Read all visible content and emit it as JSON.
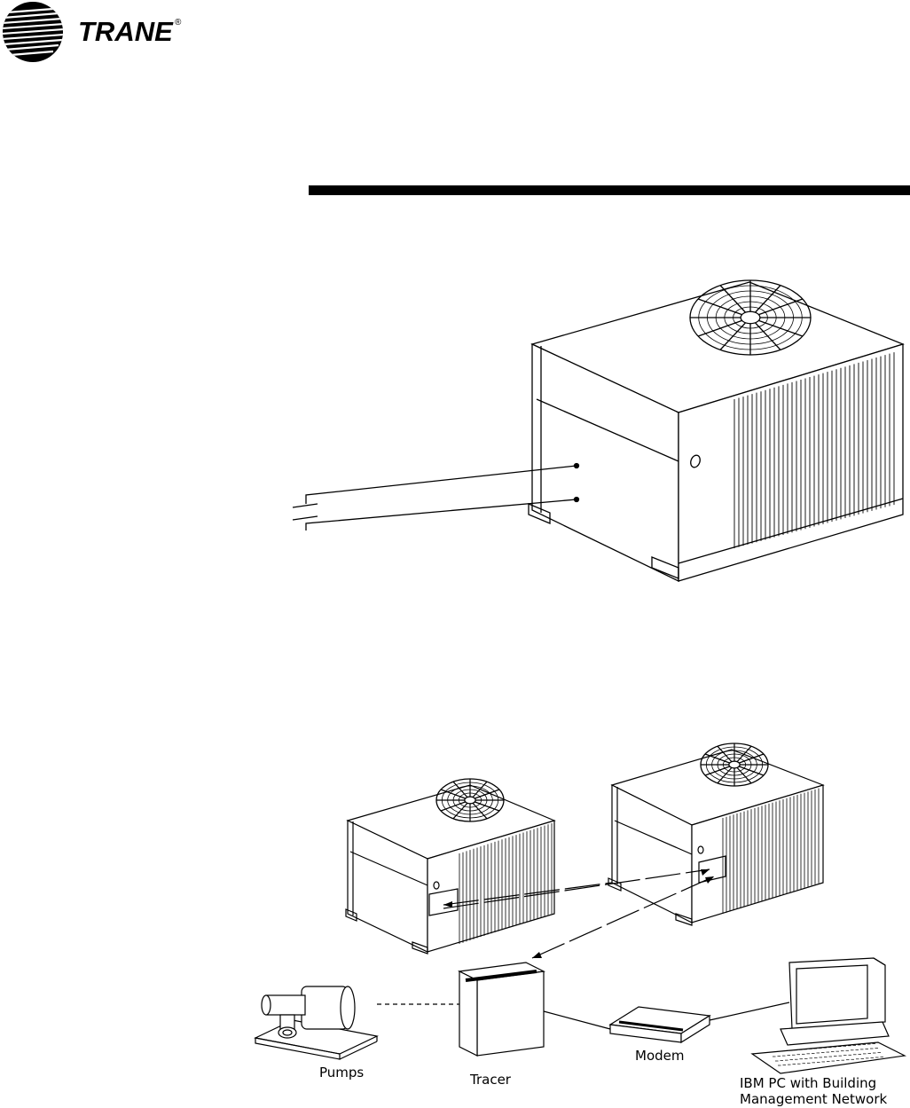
{
  "brand": {
    "name": "TRANE",
    "registered": "®"
  },
  "figure2": {
    "labels": {
      "pumps": "Pumps",
      "tracer": "Tracer",
      "modem": "Modem",
      "pc_line1": "IBM PC with Building",
      "pc_line2": "Management Network"
    }
  }
}
